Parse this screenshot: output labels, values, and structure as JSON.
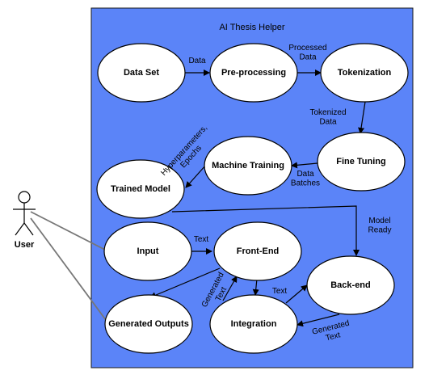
{
  "system": {
    "title": "AI Thesis Helper",
    "background": "#5b84f8",
    "border": "#1a1a1a"
  },
  "actor": {
    "label": "User"
  },
  "nodes": {
    "data_set": "Data Set",
    "preprocessing": "Pre-processing",
    "tokenization": "Tokenization",
    "fine_tuning": "Fine Tuning",
    "machine_training": "Machine Training",
    "trained_model": "Trained Model",
    "input": "Input",
    "front_end": "Front-End",
    "back_end": "Back-end",
    "integration": "Integration",
    "generated_outputs": "Generated Outputs"
  },
  "edge_labels": {
    "data": [
      "Data"
    ],
    "processed_data": [
      "Processed",
      "Data"
    ],
    "tokenized_data": [
      "Tokenized",
      "Data"
    ],
    "data_batches": [
      "Data",
      "Batches"
    ],
    "hyperparameters": [
      "Hyperparameters,",
      "Epochs"
    ],
    "model_ready": [
      "Model",
      "Ready"
    ],
    "text_input": [
      "Text"
    ],
    "text_integration": [
      "Text"
    ],
    "generated_text_backend": [
      "Generated",
      "Text"
    ],
    "generated_text_integration": [
      "Generated",
      "Text"
    ]
  }
}
